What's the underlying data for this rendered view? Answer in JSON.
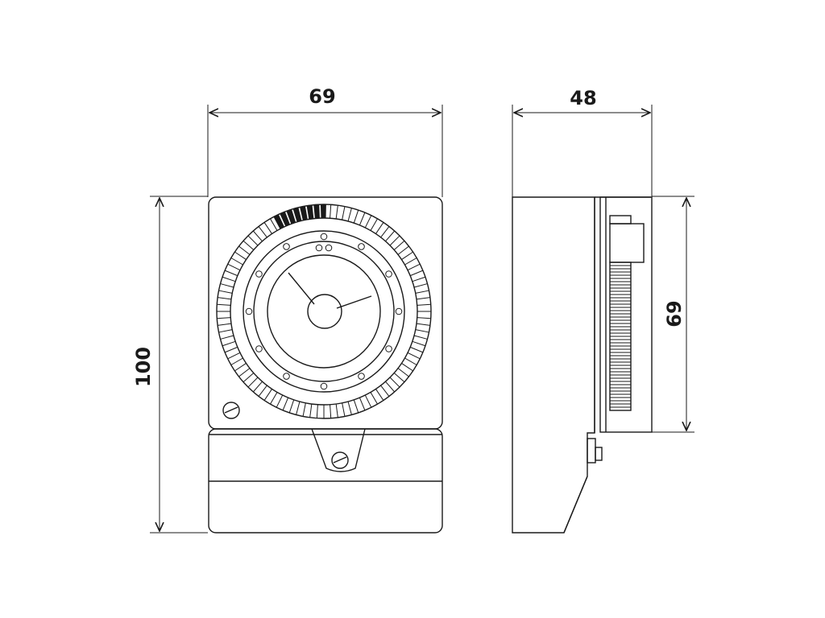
{
  "dimensions": {
    "front_width": "69",
    "front_height": "100",
    "side_depth": "48",
    "side_height": "69"
  }
}
